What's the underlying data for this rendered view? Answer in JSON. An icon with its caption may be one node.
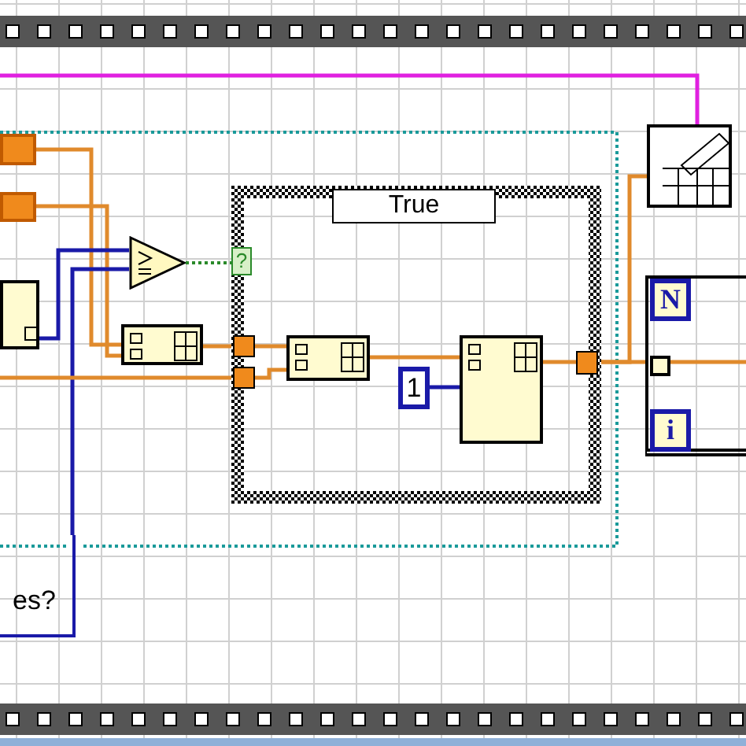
{
  "diagram": {
    "nodes": [
      {
        "text": [],
        "shape": "box"
      },
      {
        "text": [],
        "shape": "box"
      },
      {
        "text": [],
        "shape": "box"
      },
      {
        "text": [],
        "shape": "triangle"
      },
      {
        "text": [],
        "shape": "box"
      },
      {
        "text": [
          "True"
        ]
      },
      {
        "text": [
          "?"
        ],
        "in": 5
      },
      {
        "text": [],
        "shape": "box",
        "in": 5
      },
      {
        "text": [],
        "shape": "box",
        "in": 5
      },
      {
        "text": [],
        "shape": "box",
        "in": 5
      },
      {
        "text": [
          "1"
        ],
        "in": 5
      },
      {
        "text": [],
        "shape": "box",
        "in": 5
      },
      {
        "text": [],
        "shape": "box",
        "in": 5
      },
      {
        "text": [],
        "shape": "box"
      },
      {
        "text": [],
        "shape": "box"
      },
      {
        "text": [
          "N"
        ],
        "in": 14
      },
      {
        "text": [
          "i"
        ],
        "in": 14
      },
      {
        "text": [],
        "shape": "box",
        "in": 14
      },
      {
        "text": [
          "es?"
        ]
      }
    ],
    "edges": [
      {
        "from": 0,
        "to": 4,
        "arrow": "none"
      },
      {
        "from": 1,
        "to": 4,
        "arrow": "none"
      },
      {
        "from": 2,
        "to": 3,
        "arrow": "none",
        "color": "#1a1aa8"
      },
      {
        "from": 18,
        "to": 3,
        "arrow": "none",
        "color": "#1a1aa8"
      },
      {
        "from": 3,
        "to": 6,
        "arrow": "none",
        "style": "dashed",
        "color": "#2a8a2a"
      },
      {
        "from": 4,
        "to": 7,
        "arrow": "none"
      },
      {
        "from": null,
        "to": 8,
        "arrow": "none"
      },
      {
        "from": 7,
        "to": 9,
        "arrow": "none"
      },
      {
        "from": 8,
        "to": 9,
        "arrow": "none"
      },
      {
        "from": 9,
        "to": 11,
        "arrow": "none"
      },
      {
        "from": 10,
        "to": 11,
        "arrow": "none",
        "color": "#1a1aa8"
      },
      {
        "from": 11,
        "to": 12,
        "arrow": "none"
      },
      {
        "from": 12,
        "to": 17,
        "arrow": "none"
      },
      {
        "from": 12,
        "to": 13,
        "arrow": "none"
      },
      {
        "from": 17,
        "to": null,
        "arrow": "none"
      },
      {
        "from": null,
        "to": 13,
        "arrow": "none",
        "color": "#e020e0"
      }
    ]
  }
}
